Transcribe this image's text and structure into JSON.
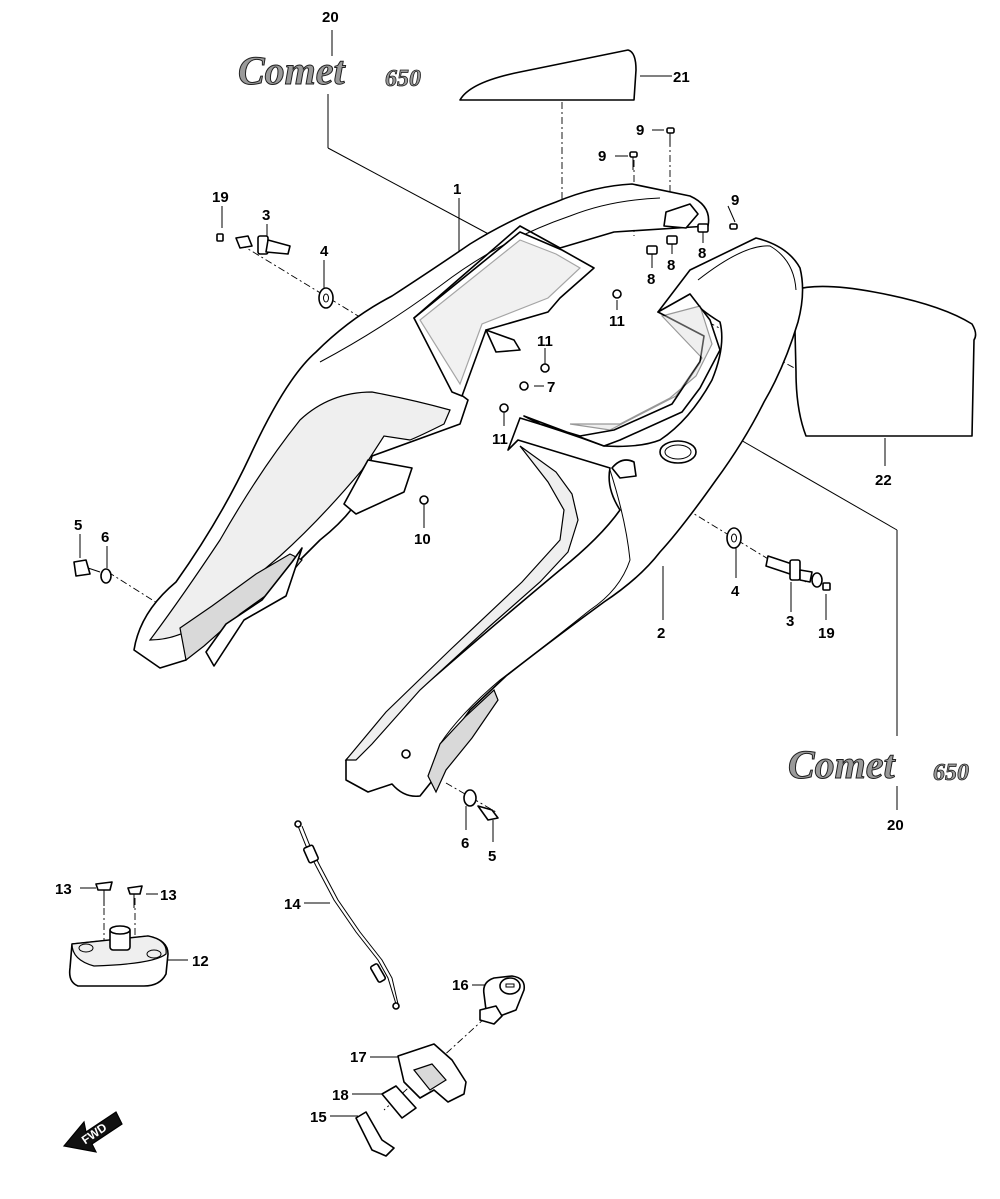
{
  "logos": [
    {
      "word": "Comet",
      "num": "650"
    },
    {
      "word": "Comet",
      "num": "650"
    }
  ],
  "fwd_label": "FWD",
  "callouts": [
    {
      "id": "20a",
      "text": "20"
    },
    {
      "id": "21",
      "text": "21"
    },
    {
      "id": "1",
      "text": "1"
    },
    {
      "id": "9a",
      "text": "9"
    },
    {
      "id": "9b",
      "text": "9"
    },
    {
      "id": "9c",
      "text": "9"
    },
    {
      "id": "8a",
      "text": "8"
    },
    {
      "id": "8b",
      "text": "8"
    },
    {
      "id": "8c",
      "text": "8"
    },
    {
      "id": "11a",
      "text": "11"
    },
    {
      "id": "11b",
      "text": "11"
    },
    {
      "id": "11c",
      "text": "11"
    },
    {
      "id": "7",
      "text": "7"
    },
    {
      "id": "19a",
      "text": "19"
    },
    {
      "id": "3a",
      "text": "3"
    },
    {
      "id": "4a",
      "text": "4"
    },
    {
      "id": "10",
      "text": "10"
    },
    {
      "id": "5a",
      "text": "5"
    },
    {
      "id": "6a",
      "text": "6"
    },
    {
      "id": "22",
      "text": "22"
    },
    {
      "id": "4b",
      "text": "4"
    },
    {
      "id": "3b",
      "text": "3"
    },
    {
      "id": "19b",
      "text": "19"
    },
    {
      "id": "2",
      "text": "2"
    },
    {
      "id": "6b",
      "text": "6"
    },
    {
      "id": "5b",
      "text": "5"
    },
    {
      "id": "20b",
      "text": "20"
    },
    {
      "id": "13a",
      "text": "13"
    },
    {
      "id": "13b",
      "text": "13"
    },
    {
      "id": "14",
      "text": "14"
    },
    {
      "id": "12",
      "text": "12"
    },
    {
      "id": "16",
      "text": "16"
    },
    {
      "id": "17",
      "text": "17"
    },
    {
      "id": "18",
      "text": "18"
    },
    {
      "id": "15",
      "text": "15"
    }
  ]
}
